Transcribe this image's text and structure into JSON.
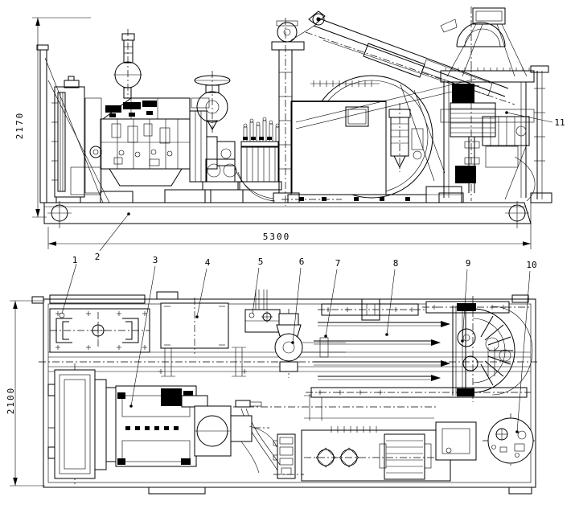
{
  "sheet": {
    "background": "#ffffff",
    "line_color": "#000000",
    "type": "engineering-assembly-drawing"
  },
  "dims": {
    "height": "2170",
    "length": "5300",
    "width": "2100"
  },
  "callouts": [
    "1",
    "2",
    "3",
    "4",
    "5",
    "6",
    "7",
    "8",
    "9",
    "10",
    "11"
  ]
}
